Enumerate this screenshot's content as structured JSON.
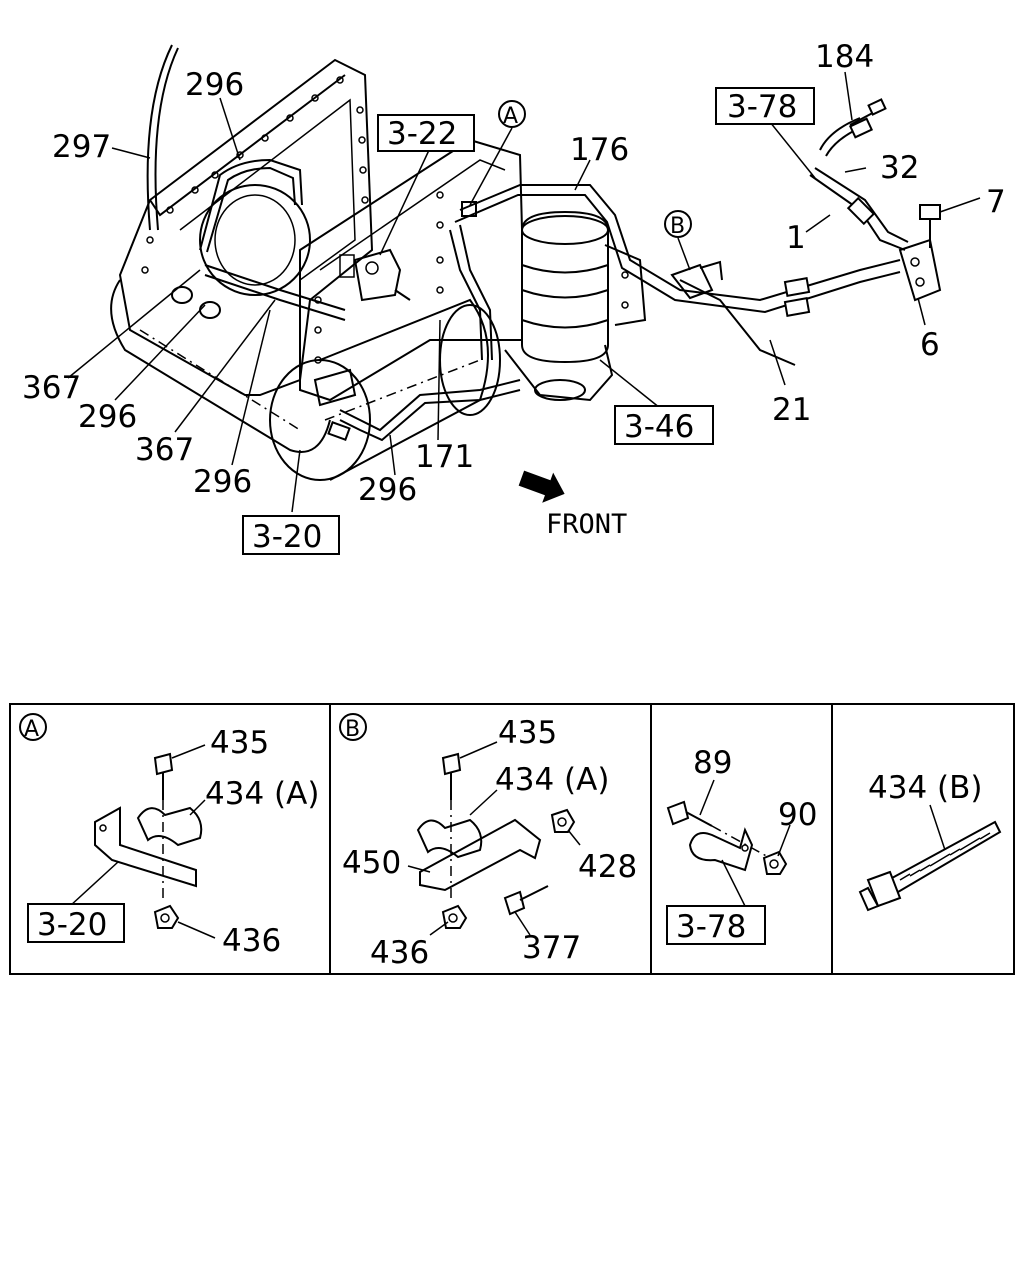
{
  "main_diagram": {
    "part_labels": [
      "184",
      "296",
      "297",
      "176",
      "32",
      "7",
      "1",
      "6",
      "21",
      "367",
      "296",
      "367",
      "296",
      "171",
      "296"
    ],
    "ref_boxes": [
      "3-78",
      "3-22",
      "3-46",
      "3-20"
    ],
    "circle_refs": [
      "A",
      "B"
    ],
    "direction_label": "FRONT"
  },
  "detail_panels": [
    {
      "circle": "A",
      "labels": [
        "435",
        "434 (A)",
        "436"
      ],
      "ref_box": "3-20"
    },
    {
      "circle": "B",
      "labels": [
        "435",
        "434 (A)",
        "450",
        "428",
        "436",
        "377"
      ]
    },
    {
      "labels": [
        "89",
        "90"
      ],
      "ref_box": "3-78"
    },
    {
      "labels": [
        "434 (B)"
      ]
    }
  ]
}
